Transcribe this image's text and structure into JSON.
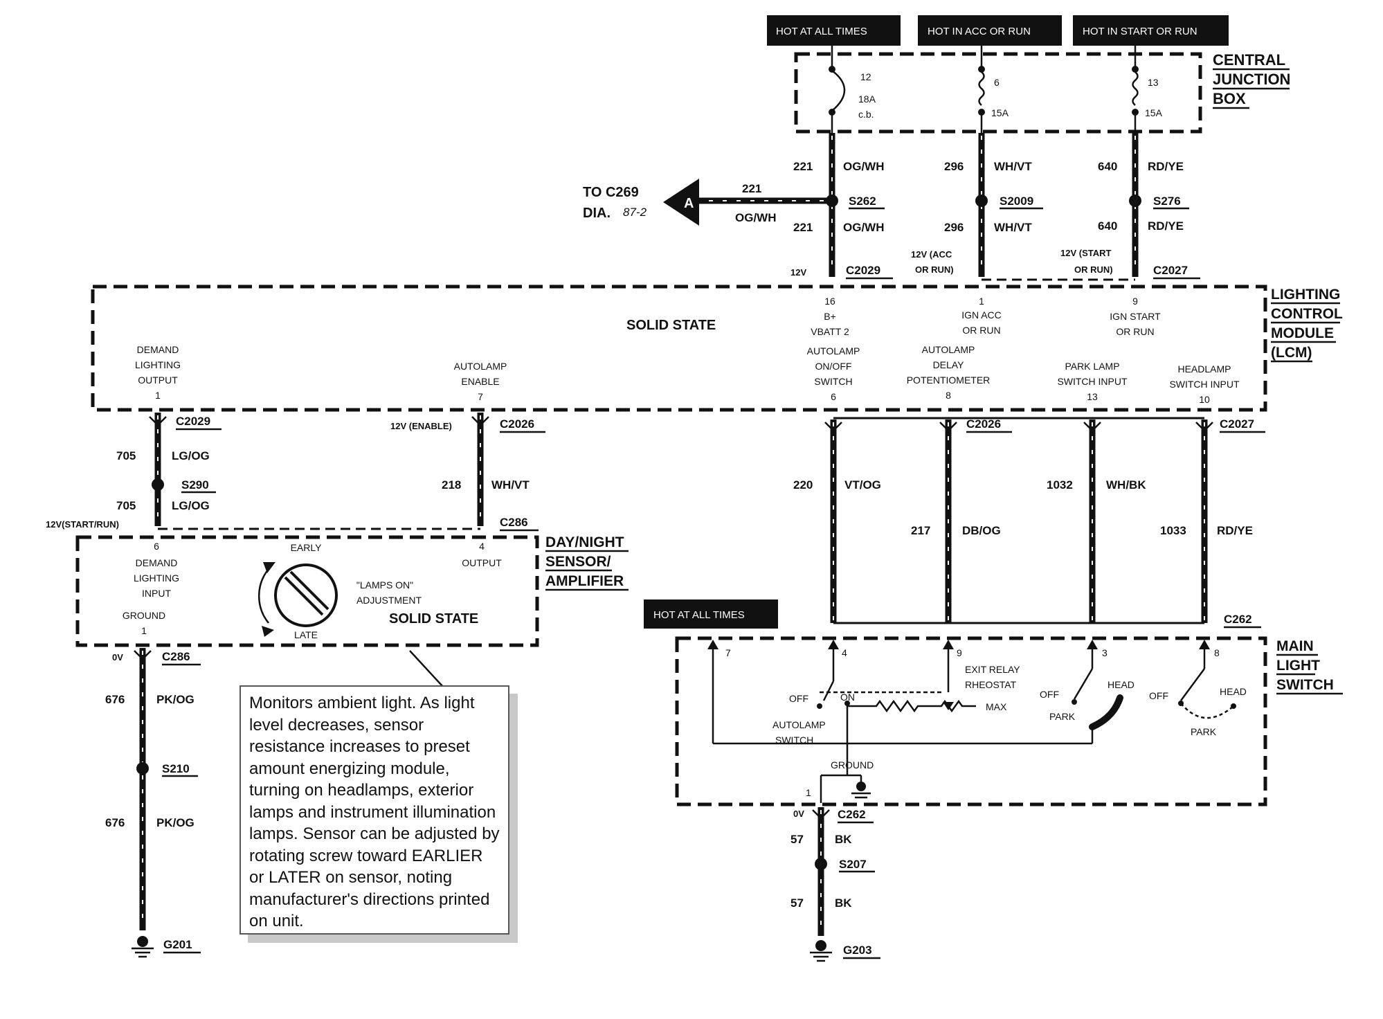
{
  "headers": {
    "hot_at_all_times": "HOT AT ALL TIMES",
    "hot_in_acc_or_run": "HOT IN ACC OR RUN",
    "hot_in_start_or_run": "HOT IN START OR RUN",
    "hot_at_all_times_2": "HOT AT ALL TIMES"
  },
  "cjb": {
    "title_1": "CENTRAL",
    "title_2": "JUNCTION",
    "title_3": "BOX",
    "f12_num": "12",
    "f12_rating": "18A",
    "f12_type": "c.b.",
    "f6_num": "6",
    "f6_rating": "15A",
    "f13_num": "13",
    "f13_rating": "15A"
  },
  "upper_wires": {
    "w221_a": "221",
    "w221_a_color": "OG/WH",
    "w296_a": "296",
    "w296_a_color": "WH/VT",
    "w640_a": "640",
    "w640_a_color": "RD/YE",
    "s262": "S262",
    "s2009": "S2009",
    "s276": "S276",
    "w221_b": "221",
    "w221_b_color": "OG/WH",
    "w296_b": "296",
    "w296_b_color": "WH/VT",
    "w640_b": "640",
    "w640_b_color": "RD/YE",
    "v12": "12V",
    "c2029": "C2029",
    "c2027": "C2027",
    "v_acc_1": "12V (ACC",
    "v_acc_2": "OR RUN)",
    "v_start_1": "12V (START",
    "v_start_2": "OR RUN)"
  },
  "offpage": {
    "to_1": "TO C269",
    "to_2": "DIA.",
    "to_ref": "87-2",
    "letter": "A",
    "w221": "221",
    "w221_color": "OG/WH"
  },
  "lcm": {
    "title_1": "LIGHTING",
    "title_2": "CONTROL",
    "title_3": "MODULE",
    "title_4": "(LCM)",
    "solid_state": "SOLID STATE",
    "p16_num": "16",
    "p16_1": "B+",
    "p16_2": "VBATT 2",
    "p1top_num": "1",
    "p1top_1": "IGN ACC",
    "p1top_2": "OR RUN",
    "p9_num": "9",
    "p9_1": "IGN START",
    "p9_2": "OR RUN",
    "p1_1": "DEMAND",
    "p1_2": "LIGHTING",
    "p1_3": "OUTPUT",
    "p1_num": "1",
    "p7_1": "AUTOLAMP",
    "p7_2": "ENABLE",
    "p7_num": "7",
    "p6_1": "AUTOLAMP",
    "p6_2": "ON/OFF",
    "p6_3": "SWITCH",
    "p6_num": "6",
    "p8_1": "AUTOLAMP",
    "p8_2": "DELAY",
    "p8_3": "POTENTIOMETER",
    "p8_num": "8",
    "p13_1": "PARK LAMP",
    "p13_2": "SWITCH INPUT",
    "p13_num": "13",
    "p10_1": "HEADLAMP",
    "p10_2": "SWITCH INPUT",
    "p10_num": "10"
  },
  "left_wires": {
    "c2029": "C2029",
    "w705_a": "705",
    "w705_a_color": "LG/OG",
    "s290": "S290",
    "w705_b": "705",
    "w705_b_color": "LG/OG",
    "v_start_run": "12V(START/RUN)",
    "v_enable": "12V (ENABLE)",
    "c2026": "C2026",
    "w218": "218",
    "w218_color": "WH/VT",
    "c286": "C286"
  },
  "sensor": {
    "title_1": "DAY/NIGHT",
    "title_2": "SENSOR/",
    "title_3": "AMPLIFIER",
    "p6_num": "6",
    "p6_1": "DEMAND",
    "p6_2": "LIGHTING",
    "p6_3": "INPUT",
    "ground": "GROUND",
    "p1_num": "1",
    "early": "EARLY",
    "late": "LATE",
    "adj_1": "\"LAMPS ON\"",
    "adj_2": "ADJUSTMENT",
    "p4_num": "4",
    "p4_1": "OUTPUT",
    "solid_state": "SOLID STATE"
  },
  "ground_left": {
    "v0": "0V",
    "c286": "C286",
    "w676_a": "676",
    "w676_a_color": "PK/OG",
    "s210": "S210",
    "w676_b": "676",
    "w676_b_color": "PK/OG",
    "g201": "G201"
  },
  "note": "Monitors ambient light. As light level decreases, sensor resistance increases to preset amount energizing module, turning on headlamps, exterior lamps and instrument illumination lamps. Sensor can be adjusted by rotating screw toward EARLIER or LATER on sensor, noting manufacturer's directions printed on unit.",
  "right_wires": {
    "c2026": "C2026",
    "c2027": "C2027",
    "w220": "220",
    "w220_color": "VT/OG",
    "w217": "217",
    "w217_color": "DB/OG",
    "w1032": "1032",
    "w1032_color": "WH/BK",
    "w1033": "1033",
    "w1033_color": "RD/YE",
    "c262": "C262"
  },
  "mls": {
    "title_1": "MAIN",
    "title_2": "LIGHT",
    "title_3": "SWITCH",
    "p7": "7",
    "p4": "4",
    "p9": "9",
    "p3": "3",
    "p8": "8",
    "p1": "1",
    "off": "OFF",
    "on": "ON",
    "autolamp_1": "AUTOLAMP",
    "autolamp_2": "SWITCH",
    "exit_1": "EXIT RELAY",
    "exit_2": "RHEOSTAT",
    "max": "MAX",
    "off2": "OFF",
    "head2": "HEAD",
    "park2": "PARK",
    "off3": "OFF",
    "head3": "HEAD",
    "park3": "PARK",
    "ground": "GROUND"
  },
  "ground_right": {
    "v0": "0V",
    "c262": "C262",
    "w57_a": "57",
    "w57_a_color": "BK",
    "s207": "S207",
    "w57_b": "57",
    "w57_b_color": "BK",
    "g203": "G203"
  }
}
